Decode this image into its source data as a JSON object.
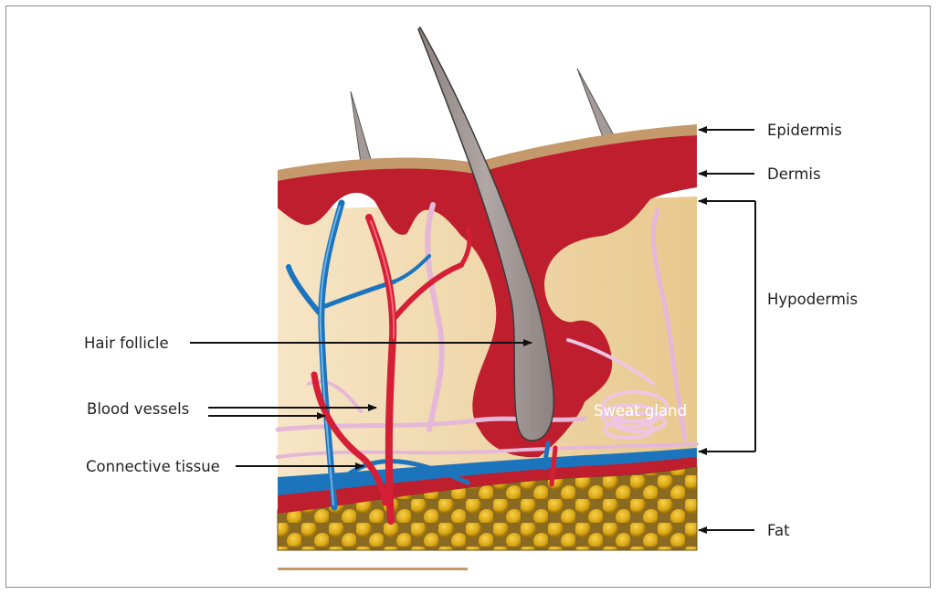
{
  "labels": {
    "epidermis": "Epidermis",
    "dermis": "Dermis",
    "hypodermis": "Hypodermis",
    "fat": "Fat",
    "hair_follicle": "Hair follicle",
    "blood_vessels": "Blood vessels",
    "connective_tissue": "Connective tissue",
    "sweat_gland": "Sweat gland"
  },
  "colors": {
    "epidermis": "#c49a6c",
    "dermis": "#be1e2d",
    "hypodermis": "#efd9a8",
    "fat": "#d4a417",
    "vein": "#1c75bc",
    "artery": "#d41f36",
    "connective_tissue": "#e6b8d8",
    "hair": "#a49a98"
  }
}
